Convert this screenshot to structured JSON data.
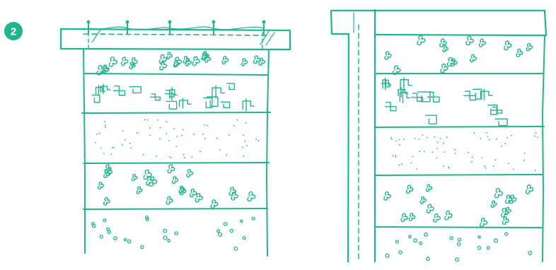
{
  "step_badge": {
    "number": "2",
    "color": "#1fb58f"
  },
  "colors": {
    "ink": "#1fb58f",
    "badge_text": "#ffffff",
    "background": "#ffffff"
  },
  "left_drawing": {
    "layers": [
      "topsoil-organic",
      "rubble-fill",
      "sand",
      "topsoil-organic",
      "gravel"
    ],
    "beam_pins": 5
  },
  "right_drawing": {
    "layers": [
      "topsoil-organic",
      "rubble-fill",
      "sand",
      "topsoil-organic",
      "gravel"
    ]
  }
}
